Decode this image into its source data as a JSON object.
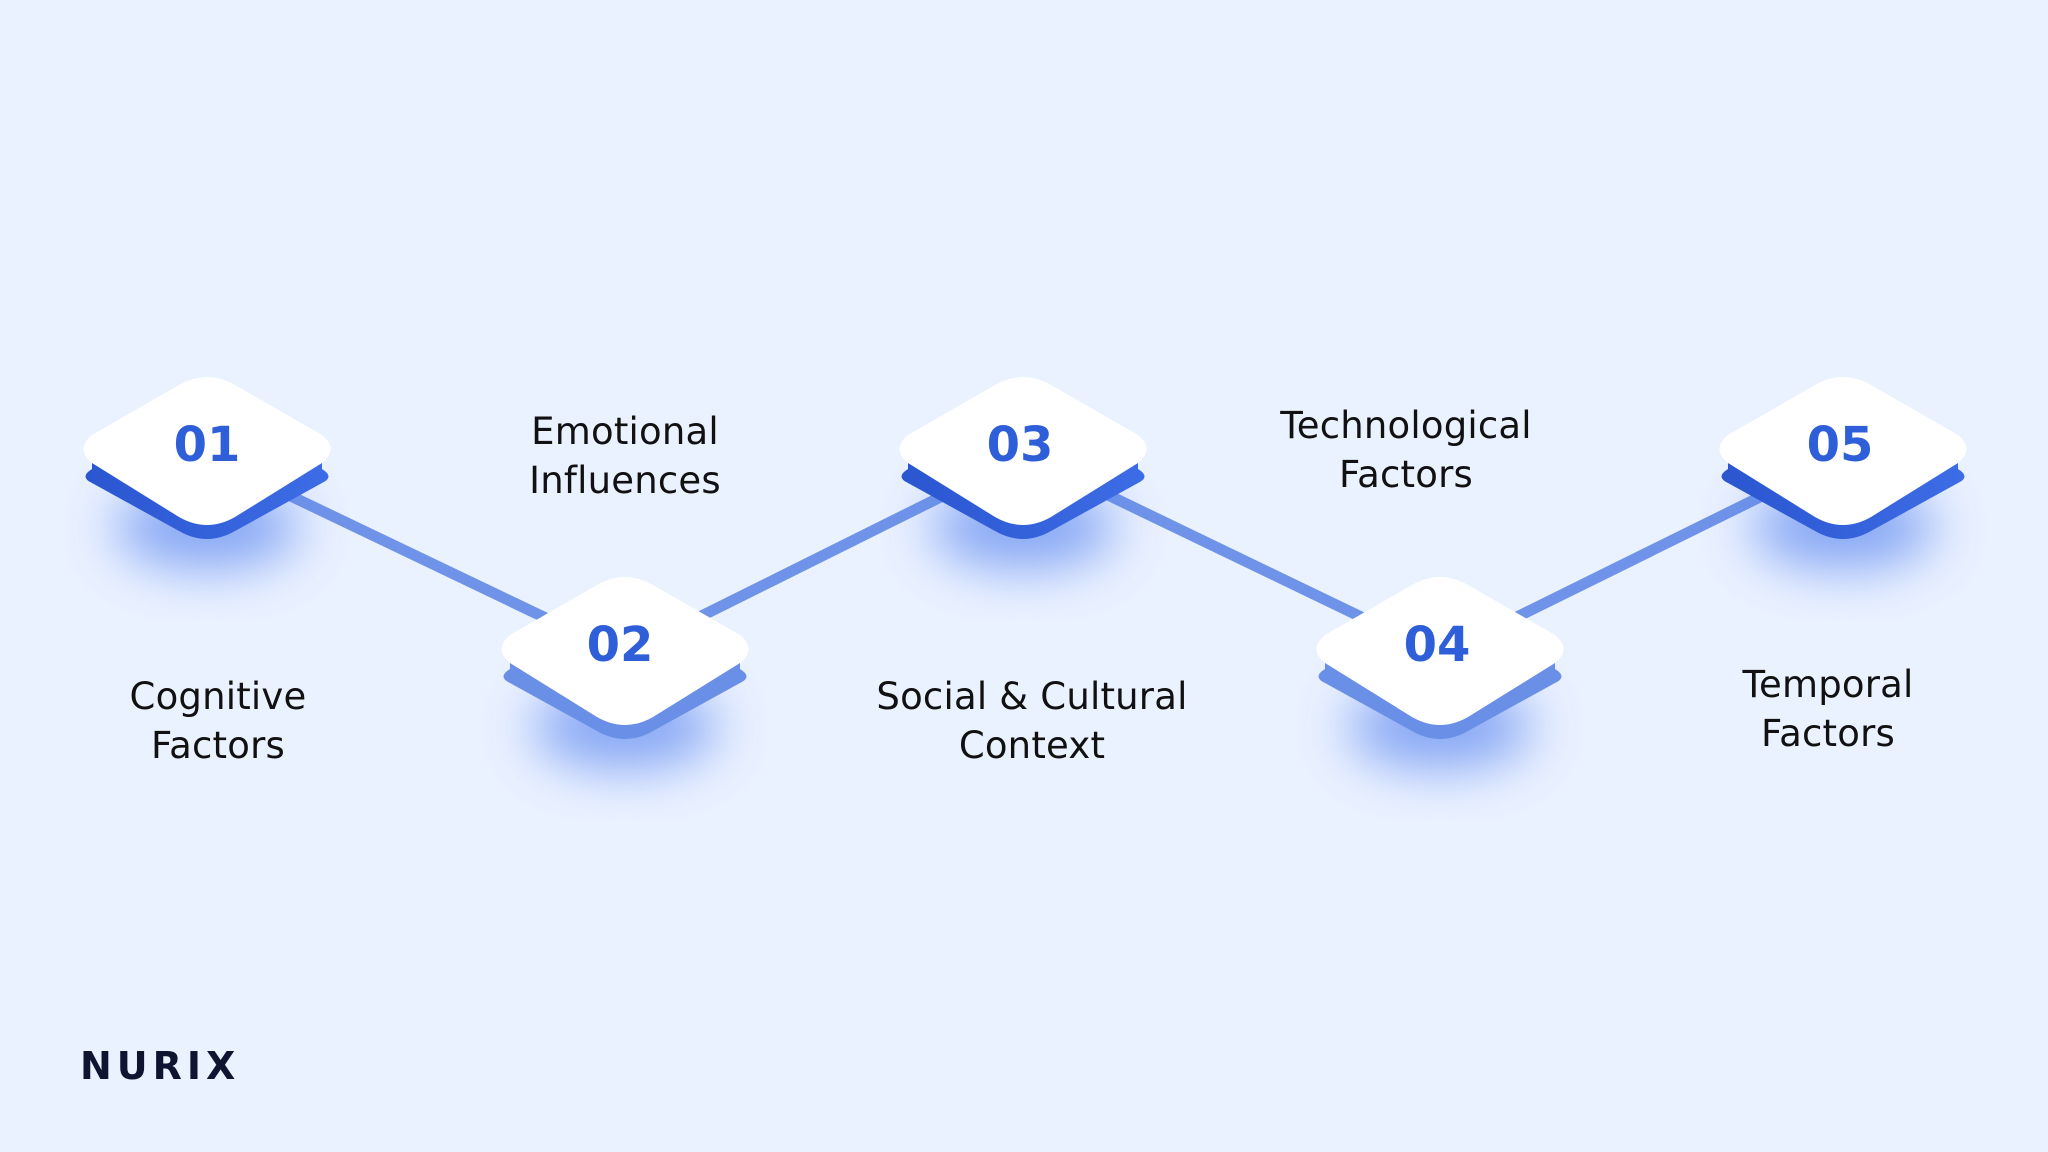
{
  "brand": {
    "logo_text": "NURIX"
  },
  "colors": {
    "background": "#eaf1ff",
    "accent": "#2f5fd8",
    "connector": "#6f93e8",
    "tile": "#ffffff",
    "text": "#111111"
  },
  "steps": [
    {
      "number": "01",
      "label_lines": [
        "Cognitive",
        "Factors"
      ]
    },
    {
      "number": "02",
      "label_lines": [
        "Emotional",
        "Influences"
      ]
    },
    {
      "number": "03",
      "label_lines": [
        "Social & Cultural",
        "Context"
      ]
    },
    {
      "number": "04",
      "label_lines": [
        "Technological",
        "Factors"
      ]
    },
    {
      "number": "05",
      "label_lines": [
        "Temporal",
        "Factors"
      ]
    }
  ]
}
